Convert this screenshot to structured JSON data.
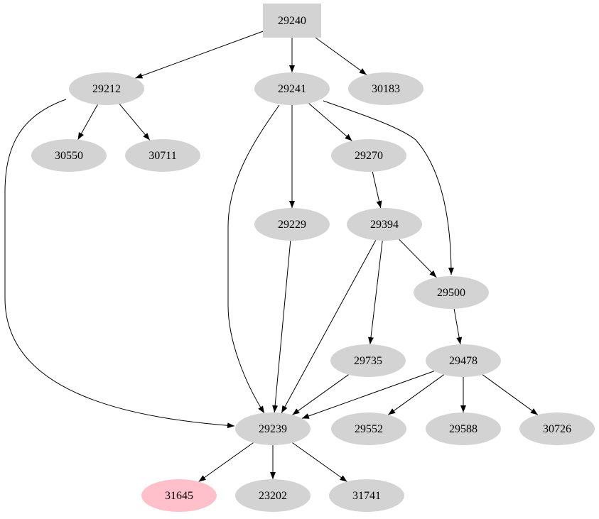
{
  "colors": {
    "node_fill": "#d3d3d3",
    "highlight_fill": "#ffc0cb",
    "edge": "#000000"
  },
  "nodes": [
    {
      "id": "29240",
      "shape": "box"
    },
    {
      "id": "29212"
    },
    {
      "id": "29241"
    },
    {
      "id": "30183"
    },
    {
      "id": "30550"
    },
    {
      "id": "30711"
    },
    {
      "id": "29270"
    },
    {
      "id": "29229"
    },
    {
      "id": "29394"
    },
    {
      "id": "29500"
    },
    {
      "id": "29735"
    },
    {
      "id": "29478"
    },
    {
      "id": "29239"
    },
    {
      "id": "29552"
    },
    {
      "id": "29588"
    },
    {
      "id": "30726"
    },
    {
      "id": "31645",
      "highlight": true
    },
    {
      "id": "23202"
    },
    {
      "id": "31741"
    }
  ],
  "edges": [
    [
      "29240",
      "29212"
    ],
    [
      "29240",
      "29241"
    ],
    [
      "29240",
      "30183"
    ],
    [
      "29212",
      "30550"
    ],
    [
      "29212",
      "30711"
    ],
    [
      "29212",
      "29239"
    ],
    [
      "29241",
      "29239"
    ],
    [
      "29241",
      "29229"
    ],
    [
      "29241",
      "29270"
    ],
    [
      "29241",
      "29500"
    ],
    [
      "29270",
      "29394"
    ],
    [
      "29229",
      "29239"
    ],
    [
      "29394",
      "29500"
    ],
    [
      "29394",
      "29239"
    ],
    [
      "29394",
      "29735"
    ],
    [
      "29500",
      "29478"
    ],
    [
      "29735",
      "29239"
    ],
    [
      "29478",
      "29239"
    ],
    [
      "29478",
      "29552"
    ],
    [
      "29478",
      "29588"
    ],
    [
      "29478",
      "30726"
    ],
    [
      "29239",
      "31645"
    ],
    [
      "29239",
      "23202"
    ],
    [
      "29239",
      "31741"
    ]
  ]
}
